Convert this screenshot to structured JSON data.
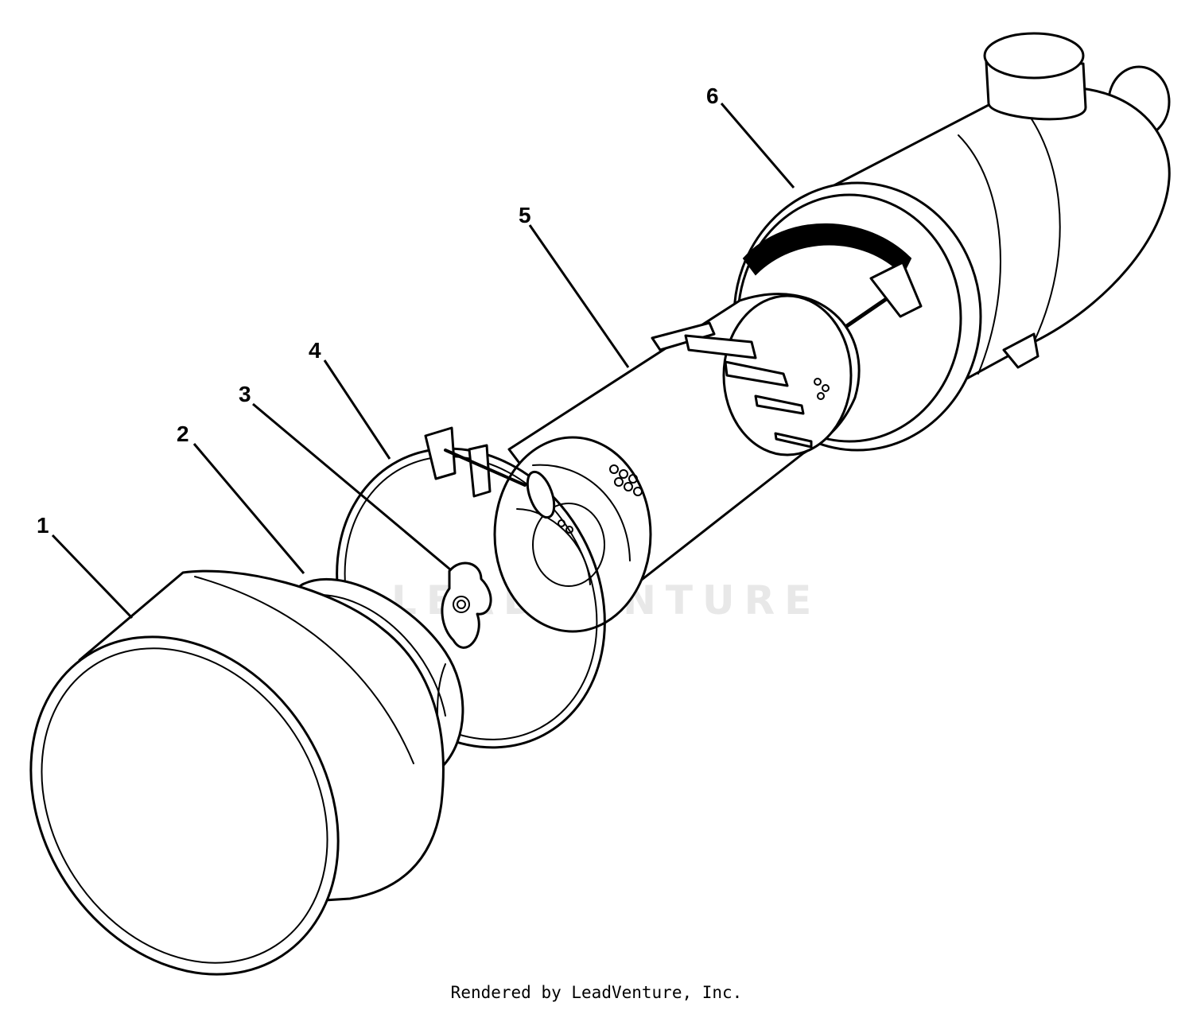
{
  "diagram": {
    "callouts": [
      {
        "number": "1"
      },
      {
        "number": "2"
      },
      {
        "number": "3"
      },
      {
        "number": "4"
      },
      {
        "number": "5"
      },
      {
        "number": "6"
      }
    ],
    "watermark_text": "LEADVENTURE",
    "credit_text": "Rendered by LeadVenture, Inc."
  }
}
